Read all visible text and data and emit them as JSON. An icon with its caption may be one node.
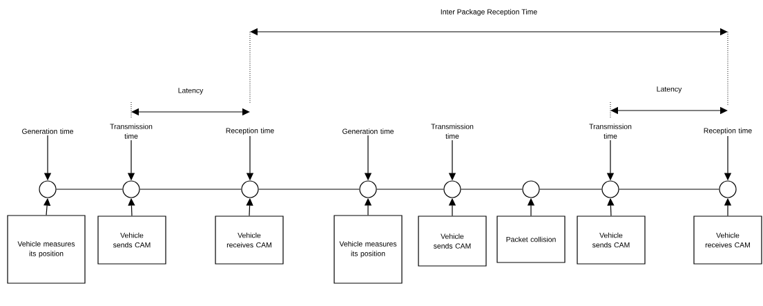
{
  "diagram": {
    "nodes": [
      {
        "text": [
          "Generation time"
        ]
      },
      {
        "text": [
          "Transmission time"
        ]
      },
      {
        "text": [
          "Reception time"
        ]
      },
      {
        "text": [
          "Generation time"
        ]
      },
      {
        "text": [
          "Transmission time"
        ]
      },
      {
        "text": [
          "Transmission time"
        ]
      },
      {
        "text": [
          "Reception time"
        ]
      },
      {
        "text": [],
        "shape": "circle"
      },
      {
        "text": [],
        "shape": "circle"
      },
      {
        "text": [],
        "shape": "circle"
      },
      {
        "text": [],
        "shape": "circle"
      },
      {
        "text": [],
        "shape": "circle"
      },
      {
        "text": [],
        "shape": "circle"
      },
      {
        "text": [],
        "shape": "circle"
      },
      {
        "text": [],
        "shape": "circle"
      },
      {
        "text": [
          "Vehicle measures its position"
        ]
      },
      {
        "text": [
          "Vehicle sends CAM"
        ]
      },
      {
        "text": [
          "Vehicle receives CAM"
        ]
      },
      {
        "text": [
          "Vehicle measures its position"
        ]
      },
      {
        "text": [
          "Vehicle sends CAM"
        ]
      },
      {
        "text": [
          "Packet collision"
        ]
      },
      {
        "text": [
          "Vehicle sends CAM"
        ]
      },
      {
        "text": [
          "Vehicle receives CAM"
        ]
      }
    ],
    "edges": [
      {
        "from": 0,
        "to": 7,
        "arrow": "to"
      },
      {
        "from": 1,
        "to": 8,
        "arrow": "to"
      },
      {
        "from": 2,
        "to": 9,
        "arrow": "to"
      },
      {
        "from": 3,
        "to": 10,
        "arrow": "to"
      },
      {
        "from": 4,
        "to": 11,
        "arrow": "to"
      },
      {
        "from": 5,
        "to": 13,
        "arrow": "to"
      },
      {
        "from": 6,
        "to": 14,
        "arrow": "to"
      },
      {
        "from": 15,
        "to": 7,
        "arrow": "to"
      },
      {
        "from": 16,
        "to": 8,
        "arrow": "to"
      },
      {
        "from": 17,
        "to": 9,
        "arrow": "to"
      },
      {
        "from": 18,
        "to": 10,
        "arrow": "to"
      },
      {
        "from": 19,
        "to": 11,
        "arrow": "to"
      },
      {
        "from": 20,
        "to": 12,
        "arrow": "to"
      },
      {
        "from": 21,
        "to": 13,
        "arrow": "to"
      },
      {
        "from": 22,
        "to": 14,
        "arrow": "to"
      },
      {
        "from": 7,
        "to": 8,
        "arrow": "none"
      },
      {
        "from": 8,
        "to": 9,
        "arrow": "none"
      },
      {
        "from": 9,
        "to": 10,
        "arrow": "none"
      },
      {
        "from": 10,
        "to": 11,
        "arrow": "none"
      },
      {
        "from": 11,
        "to": 12,
        "arrow": "none"
      },
      {
        "from": 12,
        "to": 13,
        "arrow": "none"
      },
      {
        "from": 13,
        "to": 14,
        "arrow": "none"
      }
    ],
    "labels": [
      "Inter Package Reception Time",
      "Latency",
      "Latency"
    ]
  }
}
